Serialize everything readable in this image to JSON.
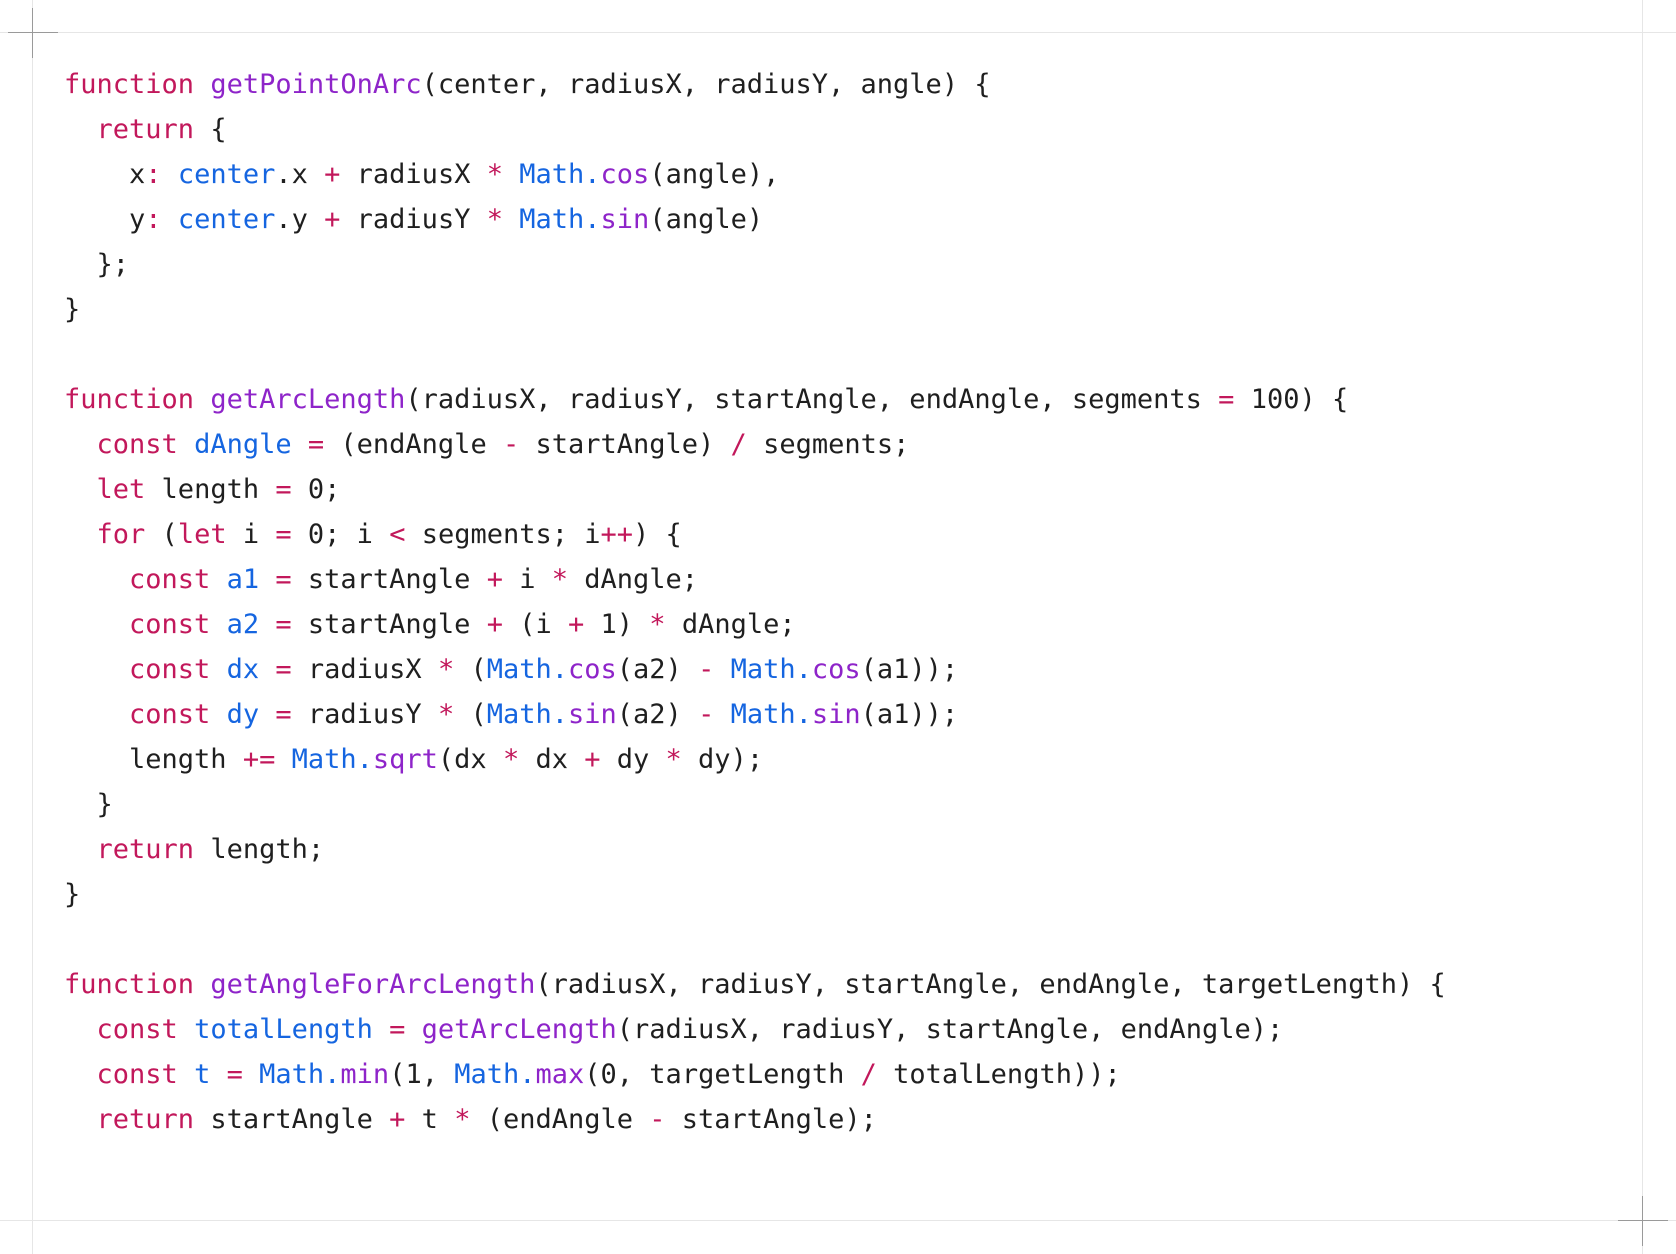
{
  "theme": {
    "background": "#ffffff",
    "colors": {
      "kw": "#c2185b",
      "fn": "#8e24c9",
      "vr": "#1565e0",
      "op": "#c2185b",
      "tx": "#1f1f1f"
    }
  },
  "editor": {
    "lines": [
      [
        [
          "kw",
          "function"
        ],
        [
          "tx",
          " "
        ],
        [
          "fn",
          "getPointOnArc"
        ],
        [
          "tx",
          "(center, radiusX, radiusY, angle) {"
        ]
      ],
      [
        [
          "tx",
          "  "
        ],
        [
          "kw",
          "return"
        ],
        [
          "tx",
          " {"
        ]
      ],
      [
        [
          "tx",
          "    x"
        ],
        [
          "op",
          ":"
        ],
        [
          "tx",
          " "
        ],
        [
          "vr",
          "center"
        ],
        [
          "tx",
          ".x "
        ],
        [
          "op",
          "+"
        ],
        [
          "tx",
          " radiusX "
        ],
        [
          "op",
          "*"
        ],
        [
          "tx",
          " "
        ],
        [
          "vr",
          "Math."
        ],
        [
          "fn",
          "cos"
        ],
        [
          "tx",
          "(angle),"
        ]
      ],
      [
        [
          "tx",
          "    y"
        ],
        [
          "op",
          ":"
        ],
        [
          "tx",
          " "
        ],
        [
          "vr",
          "center"
        ],
        [
          "tx",
          ".y "
        ],
        [
          "op",
          "+"
        ],
        [
          "tx",
          " radiusY "
        ],
        [
          "op",
          "*"
        ],
        [
          "tx",
          " "
        ],
        [
          "vr",
          "Math."
        ],
        [
          "fn",
          "sin"
        ],
        [
          "tx",
          "(angle)"
        ]
      ],
      [
        [
          "tx",
          "  };"
        ]
      ],
      [
        [
          "tx",
          "}"
        ]
      ],
      [],
      [
        [
          "kw",
          "function"
        ],
        [
          "tx",
          " "
        ],
        [
          "fn",
          "getArcLength"
        ],
        [
          "tx",
          "(radiusX, radiusY, startAngle, endAngle, segments "
        ],
        [
          "op",
          "="
        ],
        [
          "tx",
          " 100) {"
        ]
      ],
      [
        [
          "tx",
          "  "
        ],
        [
          "kw",
          "const"
        ],
        [
          "tx",
          " "
        ],
        [
          "vr",
          "dAngle"
        ],
        [
          "tx",
          " "
        ],
        [
          "op",
          "="
        ],
        [
          "tx",
          " (endAngle "
        ],
        [
          "op",
          "-"
        ],
        [
          "tx",
          " startAngle) "
        ],
        [
          "op",
          "/"
        ],
        [
          "tx",
          " segments;"
        ]
      ],
      [
        [
          "tx",
          "  "
        ],
        [
          "kw",
          "let"
        ],
        [
          "tx",
          " length "
        ],
        [
          "op",
          "="
        ],
        [
          "tx",
          " 0;"
        ]
      ],
      [
        [
          "tx",
          "  "
        ],
        [
          "kw",
          "for"
        ],
        [
          "tx",
          " ("
        ],
        [
          "kw",
          "let"
        ],
        [
          "tx",
          " i "
        ],
        [
          "op",
          "="
        ],
        [
          "tx",
          " 0; i "
        ],
        [
          "op",
          "<"
        ],
        [
          "tx",
          " segments; i"
        ],
        [
          "op",
          "++"
        ],
        [
          "tx",
          ") {"
        ]
      ],
      [
        [
          "tx",
          "    "
        ],
        [
          "kw",
          "const"
        ],
        [
          "tx",
          " "
        ],
        [
          "vr",
          "a1"
        ],
        [
          "tx",
          " "
        ],
        [
          "op",
          "="
        ],
        [
          "tx",
          " startAngle "
        ],
        [
          "op",
          "+"
        ],
        [
          "tx",
          " i "
        ],
        [
          "op",
          "*"
        ],
        [
          "tx",
          " dAngle;"
        ]
      ],
      [
        [
          "tx",
          "    "
        ],
        [
          "kw",
          "const"
        ],
        [
          "tx",
          " "
        ],
        [
          "vr",
          "a2"
        ],
        [
          "tx",
          " "
        ],
        [
          "op",
          "="
        ],
        [
          "tx",
          " startAngle "
        ],
        [
          "op",
          "+"
        ],
        [
          "tx",
          " (i "
        ],
        [
          "op",
          "+"
        ],
        [
          "tx",
          " 1) "
        ],
        [
          "op",
          "*"
        ],
        [
          "tx",
          " dAngle;"
        ]
      ],
      [
        [
          "tx",
          "    "
        ],
        [
          "kw",
          "const"
        ],
        [
          "tx",
          " "
        ],
        [
          "vr",
          "dx"
        ],
        [
          "tx",
          " "
        ],
        [
          "op",
          "="
        ],
        [
          "tx",
          " radiusX "
        ],
        [
          "op",
          "*"
        ],
        [
          "tx",
          " ("
        ],
        [
          "vr",
          "Math."
        ],
        [
          "fn",
          "cos"
        ],
        [
          "tx",
          "(a2) "
        ],
        [
          "op",
          "-"
        ],
        [
          "tx",
          " "
        ],
        [
          "vr",
          "Math."
        ],
        [
          "fn",
          "cos"
        ],
        [
          "tx",
          "(a1));"
        ]
      ],
      [
        [
          "tx",
          "    "
        ],
        [
          "kw",
          "const"
        ],
        [
          "tx",
          " "
        ],
        [
          "vr",
          "dy"
        ],
        [
          "tx",
          " "
        ],
        [
          "op",
          "="
        ],
        [
          "tx",
          " radiusY "
        ],
        [
          "op",
          "*"
        ],
        [
          "tx",
          " ("
        ],
        [
          "vr",
          "Math."
        ],
        [
          "fn",
          "sin"
        ],
        [
          "tx",
          "(a2) "
        ],
        [
          "op",
          "-"
        ],
        [
          "tx",
          " "
        ],
        [
          "vr",
          "Math."
        ],
        [
          "fn",
          "sin"
        ],
        [
          "tx",
          "(a1));"
        ]
      ],
      [
        [
          "tx",
          "    length "
        ],
        [
          "op",
          "+="
        ],
        [
          "tx",
          " "
        ],
        [
          "vr",
          "Math."
        ],
        [
          "fn",
          "sqrt"
        ],
        [
          "tx",
          "(dx "
        ],
        [
          "op",
          "*"
        ],
        [
          "tx",
          " dx "
        ],
        [
          "op",
          "+"
        ],
        [
          "tx",
          " dy "
        ],
        [
          "op",
          "*"
        ],
        [
          "tx",
          " dy);"
        ]
      ],
      [
        [
          "tx",
          "  }"
        ]
      ],
      [
        [
          "tx",
          "  "
        ],
        [
          "kw",
          "return"
        ],
        [
          "tx",
          " length;"
        ]
      ],
      [
        [
          "tx",
          "}"
        ]
      ],
      [],
      [
        [
          "kw",
          "function"
        ],
        [
          "tx",
          " "
        ],
        [
          "fn",
          "getAngleForArcLength"
        ],
        [
          "tx",
          "(radiusX, radiusY, startAngle, endAngle, targetLength) {"
        ]
      ],
      [
        [
          "tx",
          "  "
        ],
        [
          "kw",
          "const"
        ],
        [
          "tx",
          " "
        ],
        [
          "vr",
          "totalLength"
        ],
        [
          "tx",
          " "
        ],
        [
          "op",
          "="
        ],
        [
          "tx",
          " "
        ],
        [
          "fn",
          "getArcLength"
        ],
        [
          "tx",
          "(radiusX, radiusY, startAngle, endAngle);"
        ]
      ],
      [
        [
          "tx",
          "  "
        ],
        [
          "kw",
          "const"
        ],
        [
          "tx",
          " "
        ],
        [
          "vr",
          "t"
        ],
        [
          "tx",
          " "
        ],
        [
          "op",
          "="
        ],
        [
          "tx",
          " "
        ],
        [
          "vr",
          "Math."
        ],
        [
          "fn",
          "min"
        ],
        [
          "tx",
          "(1, "
        ],
        [
          "vr",
          "Math."
        ],
        [
          "fn",
          "max"
        ],
        [
          "tx",
          "(0, targetLength "
        ],
        [
          "op",
          "/"
        ],
        [
          "tx",
          " totalLength));"
        ]
      ],
      [
        [
          "tx",
          "  "
        ],
        [
          "kw",
          "return"
        ],
        [
          "tx",
          " startAngle "
        ],
        [
          "op",
          "+"
        ],
        [
          "tx",
          " t "
        ],
        [
          "op",
          "*"
        ],
        [
          "tx",
          " (endAngle "
        ],
        [
          "op",
          "-"
        ],
        [
          "tx",
          " startAngle);"
        ]
      ]
    ]
  }
}
